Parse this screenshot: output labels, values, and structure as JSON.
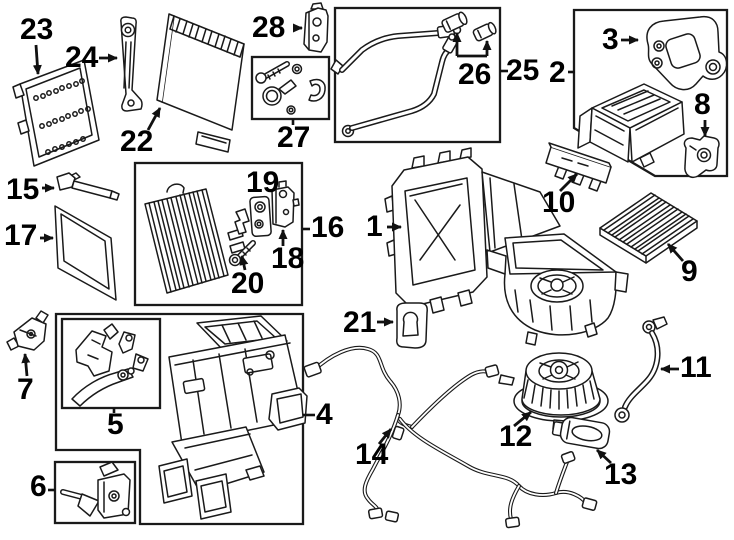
{
  "figure": {
    "colors": {
      "background": "#ffffff",
      "line_art": "#1a1a1a",
      "label_text": "#000000"
    }
  },
  "callouts": {
    "c1": "1",
    "c2": "2",
    "c3": "3",
    "c4": "4",
    "c5": "5",
    "c6": "6",
    "c7": "7",
    "c8": "8",
    "c9": "9",
    "c10": "10",
    "c11": "11",
    "c12": "12",
    "c13": "13",
    "c14": "14",
    "c15": "15",
    "c16": "16",
    "c17": "17",
    "c18": "18",
    "c19": "19",
    "c20": "20",
    "c21": "21",
    "c22": "22",
    "c23": "23",
    "c24": "24",
    "c25": "25",
    "c26": "26",
    "c27": "27",
    "c28": "28"
  }
}
